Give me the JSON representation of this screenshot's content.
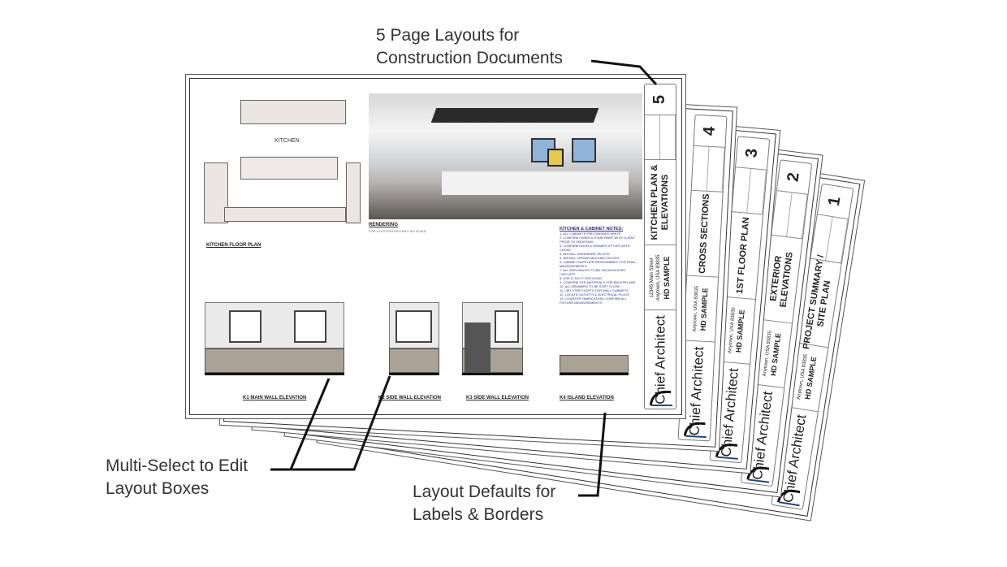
{
  "callouts": {
    "layouts": [
      "5 Page Layouts for",
      "Construction Documents"
    ],
    "multiselect": [
      "Multi-Select to Edit",
      "Layout Boxes"
    ],
    "defaults": [
      "Layout Defaults for",
      "Labels & Borders"
    ]
  },
  "front_sheet": {
    "number": "5",
    "title": [
      "KITCHEN PLAN &",
      "ELEVATIONS"
    ],
    "address": [
      "12345 Main Street",
      "Anytown, USA 83835"
    ],
    "sample": "HD SAMPLE",
    "logo": "Chief Architect",
    "plan_room": "KITCHEN",
    "plan_label": "KITCHEN FLOOR PLAN",
    "rendering_label": "RENDERING",
    "rendering_sub": "FOR ILLUSTRATION ONLY     NO SCALE",
    "notes_title": "KITCHEN & CABINET NOTES:",
    "notes": [
      "1. ALL CABINETS PRE-FINISHED WHITE",
      "2. CONFIRM FINISH & STAIN PAINT WITH CLIENT PRIOR TO ORDERING",
      "3. CONFIRM DOOR & DRAWER STYLES WITH CLIENT",
      "4. INSTALL HARDWARE ON SITE",
      "5. INSTALL CROWN MOLDING ON SITE",
      "6. CABINET SUPPLIER RESPONSIBLE FOR FINAL MEASUREMENTS",
      "7. ALL APPLIANCES TO BE ON DEDICATED CIRCUITS",
      "8. USE 6\" DUCT FOR HOOD",
      "9. CONFIRM TILE MATERIALS FOR BACKSPLASH",
      "10. ALL DRAWERS TO BE SOFT CLOSE",
      "11. LED STRIP LIGHTS FOR WALL CABINETS",
      "12. LOCATE OUTLETS & ELECTRICAL PLUGS",
      "13. COUNTER FABRICATION: CONFIRM ALL FIXTURE MEASUREMENTS"
    ],
    "elevations": [
      {
        "tag": "K1",
        "label": "MAIN WALL ELEVATION"
      },
      {
        "tag": "K2",
        "label": "SIDE WALL ELEVATION"
      },
      {
        "tag": "K3",
        "label": "SIDE WALL ELEVATION"
      },
      {
        "tag": "K4",
        "label": "ISLAND ELEVATION"
      }
    ]
  },
  "back_sheets": [
    {
      "number": "4",
      "title": [
        "CROSS SECTIONS"
      ],
      "sample": "HD SAMPLE",
      "logo": "Chief Architect",
      "address": "Anytown, USA 83835"
    },
    {
      "number": "3",
      "title": [
        "1ST FLOOR PLAN"
      ],
      "sample": "HD SAMPLE",
      "logo": "Chief Architect",
      "address": "Anytown, USA 83835"
    },
    {
      "number": "2",
      "title": [
        "EXTERIOR",
        "ELEVATIONS"
      ],
      "sample": "HD SAMPLE",
      "logo": "Chief Architect",
      "address": "Anytown, USA 83835"
    },
    {
      "number": "1",
      "title": [
        "PROJECT SUMMARY /",
        "SITE PLAN"
      ],
      "sample": "HD SAMPLE",
      "logo": "Chief Architect",
      "address": "Anytown, USA 83835"
    }
  ]
}
